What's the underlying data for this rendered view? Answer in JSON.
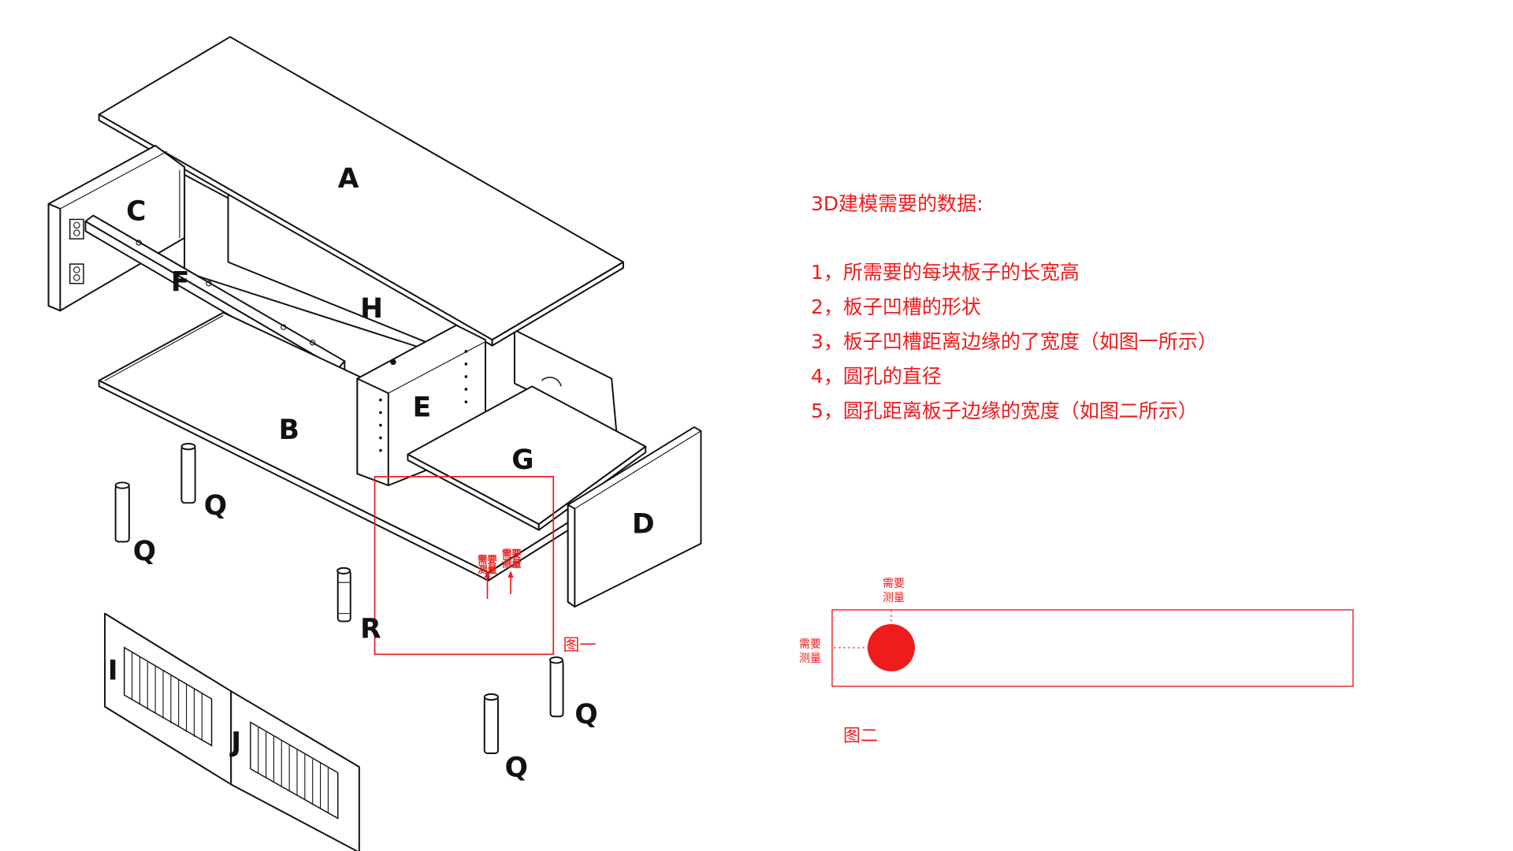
{
  "parts": {
    "a": "A",
    "b": "B",
    "c": "C",
    "d": "D",
    "e": "E",
    "f": "F",
    "g": "G",
    "h": "H",
    "i": "I",
    "j": "J",
    "q1": "Q",
    "q2": "Q",
    "q3": "Q",
    "q4": "Q",
    "r": "R"
  },
  "notes": {
    "title": "3D建模需要的数据:",
    "items": [
      "1，所需要的每块板子的长宽高",
      "2，板子凹槽的形状",
      "3，板子凹槽距离边缘的了宽度（如图一所示）",
      "4，圆孔的直径",
      "5，圆孔距离板子边缘的宽度（如图二所示）"
    ]
  },
  "figure1": {
    "caption": "图一",
    "measure_line1": "需要",
    "measure_line2": "测量"
  },
  "figure2": {
    "caption": "图二",
    "top_line1": "需要",
    "top_line2": "测量",
    "left_line1": "需要",
    "left_line2": "测量"
  },
  "colors": {
    "annotation": "#ee1c1c",
    "line": "#111111",
    "background": "#ffffff"
  }
}
